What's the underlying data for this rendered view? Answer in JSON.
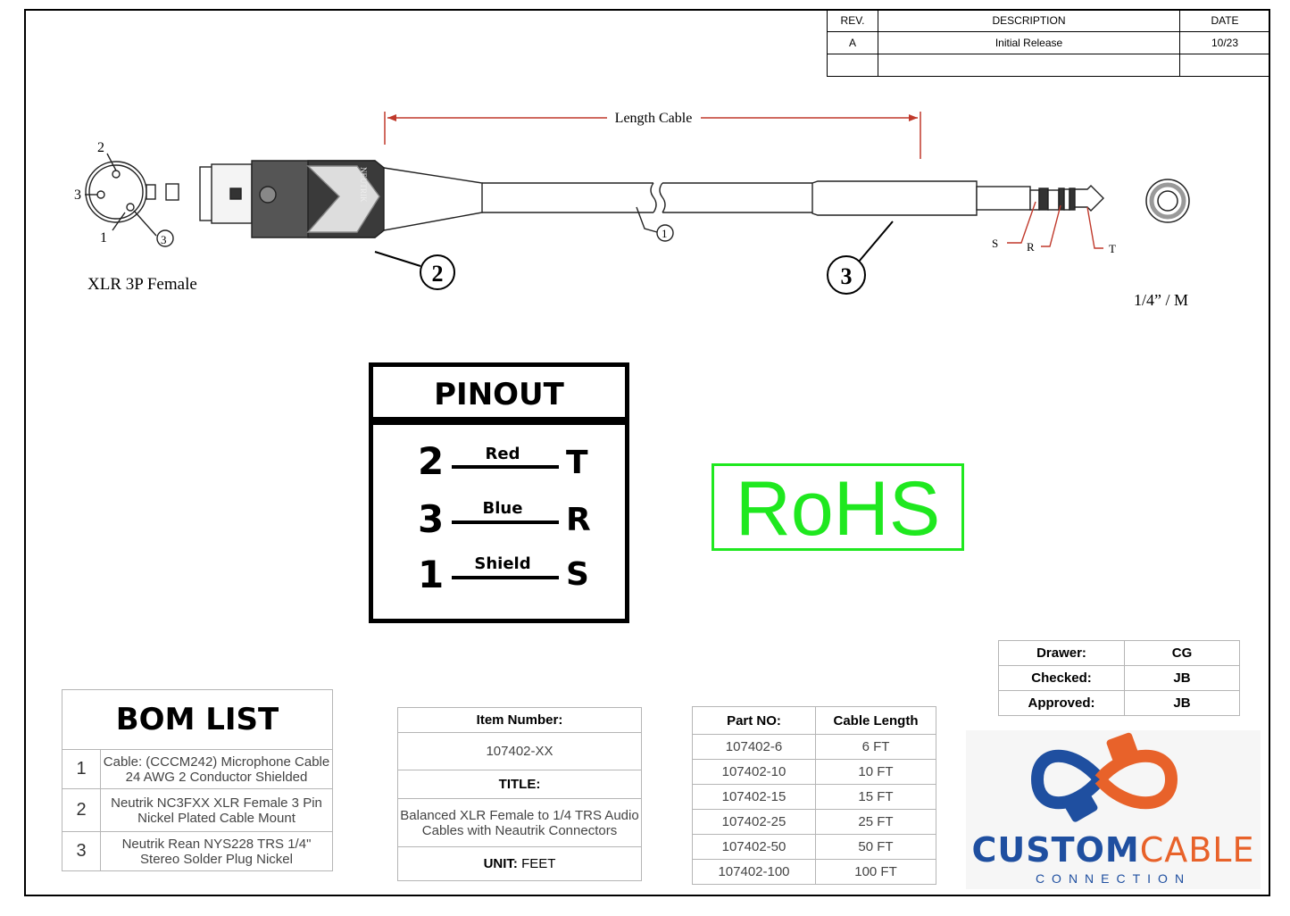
{
  "revision_table": {
    "headers": [
      "REV.",
      "DESCRIPTION",
      "DATE"
    ],
    "rows": [
      [
        "A",
        "Initial Release",
        "10/23"
      ],
      [
        "",
        "",
        ""
      ]
    ]
  },
  "drawing": {
    "length_label": "Length Cable",
    "xlr_label": "XLR 3P Female",
    "xlr_pins": [
      "2",
      "3",
      "1"
    ],
    "callouts": [
      "1",
      "2",
      "3",
      "3"
    ],
    "trs_labels": [
      "S",
      "R",
      "T"
    ],
    "plug_label": "1/4” / M",
    "connector_brand": "NEUTRIK"
  },
  "pinout": {
    "title": "PINOUT",
    "rows": [
      {
        "pin": "2",
        "color": "Red",
        "end": "T"
      },
      {
        "pin": "3",
        "color": "Blue",
        "end": "R"
      },
      {
        "pin": "1",
        "color": "Shield",
        "end": "S"
      }
    ]
  },
  "rohs": "RoHS",
  "bom": {
    "title": "BOM LIST",
    "items": [
      {
        "num": "1",
        "line1": "Cable: (CCCM242) Microphone Cable",
        "line2": "24 AWG 2 Conductor Shielded"
      },
      {
        "num": "2",
        "line1": "Neutrik NC3FXX XLR Female 3 Pin",
        "line2": "Nickel Plated Cable Mount"
      },
      {
        "num": "3",
        "line1": "Neutrik Rean NYS228 TRS 1/4\"",
        "line2": "Stereo Solder Plug Nickel"
      }
    ]
  },
  "item": {
    "number_label": "Item Number:",
    "number_value": "107402-XX",
    "title_label": "TITLE:",
    "title_line1": "Balanced XLR Female to 1/4 TRS Audio",
    "title_line2": "Cables with Neautrik Connectors",
    "unit_label": "UNIT:",
    "unit_value": "FEET"
  },
  "parts": {
    "headers": [
      "Part NO:",
      "Cable Length"
    ],
    "rows": [
      [
        "107402-6",
        "6 FT"
      ],
      [
        "107402-10",
        "10 FT"
      ],
      [
        "107402-15",
        "15 FT"
      ],
      [
        "107402-25",
        "25 FT"
      ],
      [
        "107402-50",
        "50 FT"
      ],
      [
        "107402-100",
        "100 FT"
      ]
    ]
  },
  "approvals": [
    {
      "label": "Drawer:",
      "value": "CG"
    },
    {
      "label": "Checked:",
      "value": "JB"
    },
    {
      "label": "Approved:",
      "value": "JB"
    }
  ],
  "logo": {
    "word1": "CUSTOM",
    "word2": "CABLE",
    "sub": "CONNECTION"
  },
  "colors": {
    "rohs": "#1fe81f",
    "dimension": "#c0392b",
    "logo_blue": "#1f4fa0",
    "logo_orange": "#e8622a"
  }
}
